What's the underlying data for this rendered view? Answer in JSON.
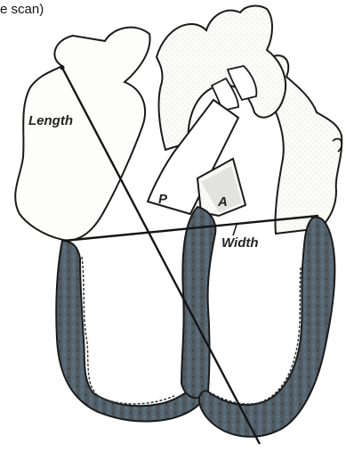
{
  "caption_fragment": "e scan)",
  "labels": {
    "length": "Length",
    "width": "Width",
    "pulmonary": "P",
    "aorta": "A"
  },
  "colors": {
    "outline": "#1a1a1a",
    "myocardium": "#4f5a5e",
    "myocardium_tint": "#5b7488",
    "vessel_fill": "#fbfbf8",
    "measure_line": "#151515"
  }
}
